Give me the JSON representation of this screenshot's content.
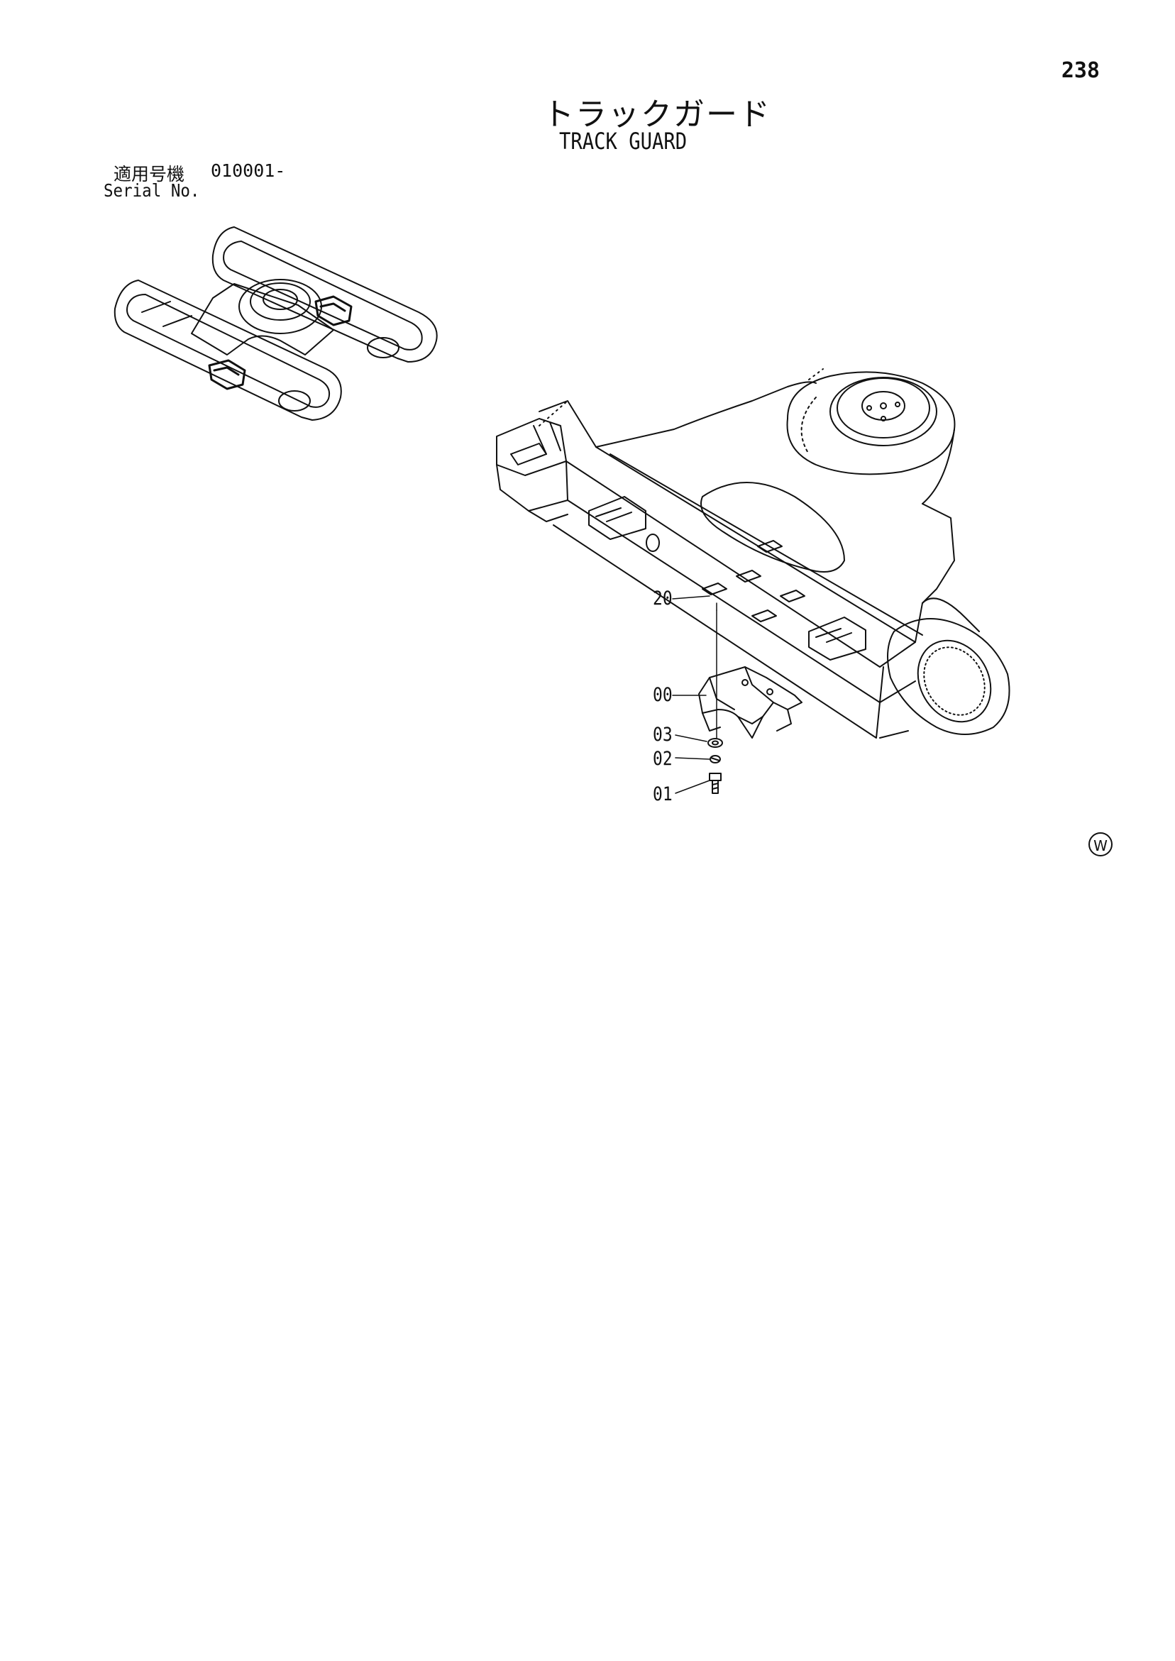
{
  "page": {
    "number": "238",
    "title_jp": "トラックガード",
    "title_en": "TRACK GUARD",
    "serial_label_jp": "適用号機",
    "serial_range": "010001-",
    "serial_label_en": "Serial No.",
    "watermark": "W"
  },
  "callouts": [
    {
      "id": "20",
      "label": "20"
    },
    {
      "id": "00",
      "label": "00"
    },
    {
      "id": "03",
      "label": "03"
    },
    {
      "id": "02",
      "label": "02"
    },
    {
      "id": "01",
      "label": "01"
    }
  ]
}
